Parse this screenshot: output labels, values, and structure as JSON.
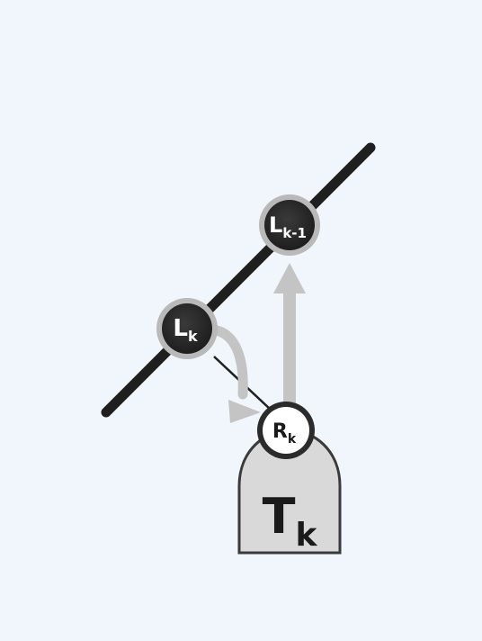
{
  "diagram": {
    "background_color": "#f0f6fc",
    "nodes": {
      "l_k_minus_1": {
        "base": "L",
        "sub": "k-1",
        "fill": "#2b2b2b",
        "ring": "#b9b9b9",
        "text_color": "#ffffff"
      },
      "l_k": {
        "base": "L",
        "sub": "k",
        "fill": "#2b2b2b",
        "ring": "#b9b9b9",
        "text_color": "#ffffff"
      },
      "r_k": {
        "base": "R",
        "sub": "k",
        "fill": "#ffffff",
        "ring": "#2b2b2b",
        "text_color": "#1a1a1a"
      }
    },
    "body": {
      "base": "T",
      "sub": "k",
      "fill": "#d9d9d9",
      "stroke": "#3a3a3a",
      "text_color": "#1a1a1a"
    },
    "line_color": "#1f1f1f",
    "arrow_color": "#c4c4c4"
  }
}
